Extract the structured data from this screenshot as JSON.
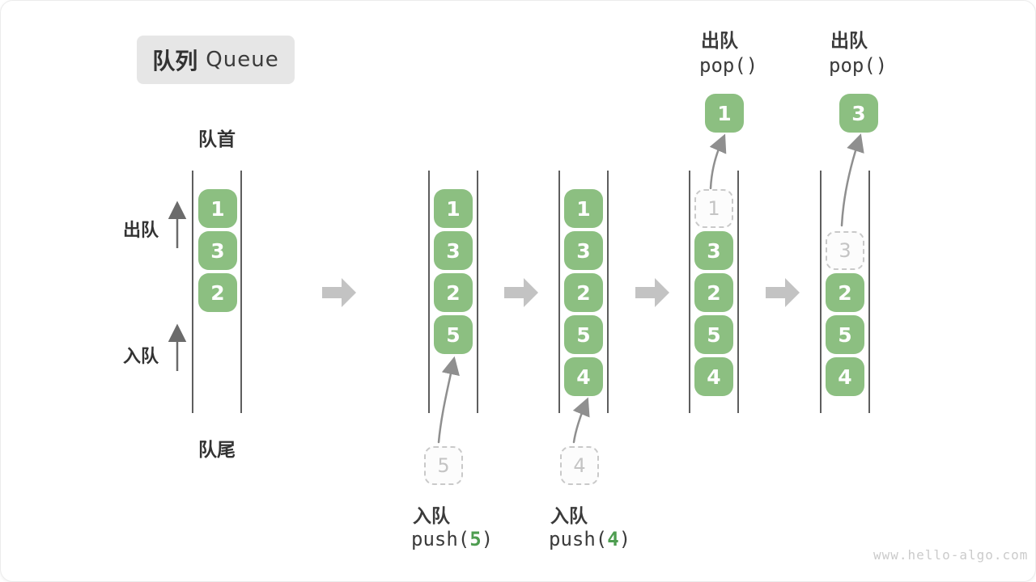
{
  "title": {
    "zh": "队列",
    "en": "Queue"
  },
  "legend": {
    "front": "队首",
    "rear": "队尾",
    "dequeue": "出队",
    "enqueue": "入队"
  },
  "watermark": "www.hello-algo.com",
  "colors": {
    "cell_green": "#8cbf81",
    "code_arg_green": "#4e9d50",
    "stage_arrow_gray": "#c3c3c3",
    "rail_dark_gray": "#5e5e5e",
    "thin_arrow_gray": "#8f8f8f",
    "ghost_border": "#c9c9c9",
    "ghost_text": "#c4c4c4",
    "title_bg": "#e6e6e6",
    "text_dark": "#3b3b3b",
    "watermark_gray": "#cbcbcb"
  },
  "stages": [
    {
      "name": "initial",
      "cells": [
        "1",
        "3",
        "2"
      ]
    },
    {
      "name": "after-push-5",
      "cells": [
        "1",
        "3",
        "2",
        "5"
      ],
      "ghost": "5",
      "caption": {
        "action": "入队",
        "code_pre": "push(",
        "code_arg": "5",
        "code_post": ")"
      }
    },
    {
      "name": "after-push-4",
      "cells": [
        "1",
        "3",
        "2",
        "5",
        "4"
      ],
      "ghost": "4",
      "caption": {
        "action": "入队",
        "code_pre": "push(",
        "code_arg": "4",
        "code_post": ")"
      }
    },
    {
      "name": "pop-1",
      "cells": [
        "3",
        "2",
        "5",
        "4"
      ],
      "ghost": "1",
      "popped": "1",
      "caption": {
        "action": "出队",
        "code": "pop()"
      }
    },
    {
      "name": "pop-3",
      "cells": [
        "2",
        "5",
        "4"
      ],
      "ghost": "3",
      "popped": "3",
      "caption": {
        "action": "出队",
        "code": "pop()"
      }
    }
  ]
}
